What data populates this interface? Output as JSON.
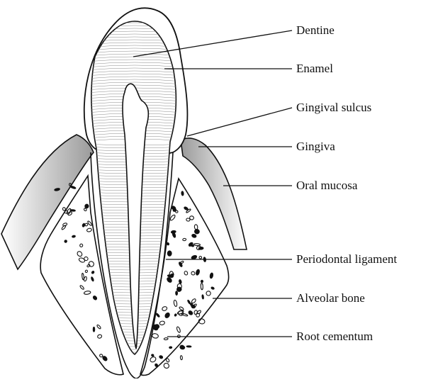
{
  "labels": {
    "dentine": "Dentine",
    "enamel": "Enamel",
    "gingival_sulcus": "Gingival sulcus",
    "gingiva": "Gingiva",
    "oral_mucosa": "Oral mucosa",
    "periodontal_ligament": "Periodontal ligament",
    "alveolar_bone": "Alveolar bone",
    "root_cementum": "Root cementum"
  },
  "colors": {
    "outline": "#111111",
    "hatch": "#8a8a8a",
    "gum_shade": "#bdbdbd",
    "bone_spot": "#111111"
  }
}
